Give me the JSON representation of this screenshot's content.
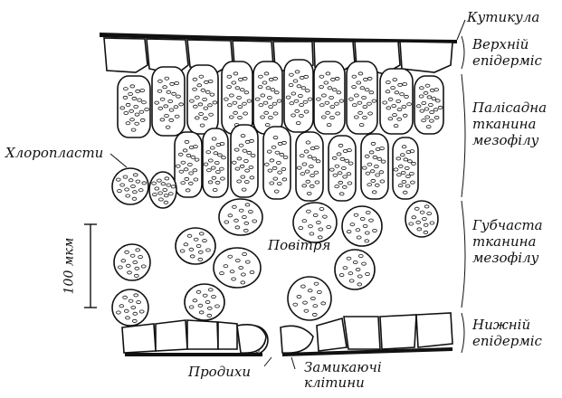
{
  "labels": {
    "cuticle": "Кутикула",
    "upper_epidermis": "Верхній\nепідерміс",
    "palisade": "Палісадна\nтканина\nмезофілу",
    "chloroplasts": "Хлоропласти",
    "spongy": "Губчаста\nтканина\nмезофілу",
    "air": "Повітря",
    "lower_epidermis": "Нижній\nепідерміс",
    "stoma": "Продихи",
    "guard_cells": "Замикаючі\nклітини",
    "scale_bar": "100 мкм"
  },
  "colors": {
    "ink": "#111111",
    "background": "#ffffff"
  }
}
